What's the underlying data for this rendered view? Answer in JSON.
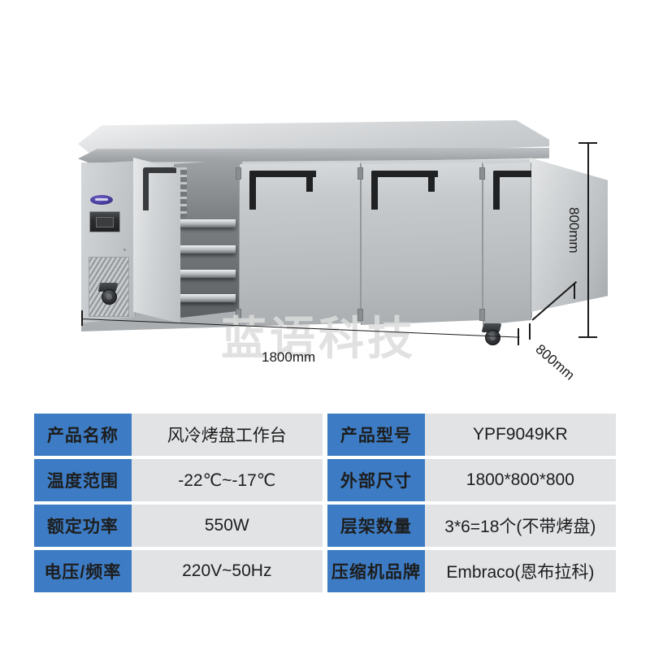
{
  "product_image": {
    "watermark": "蓝语科技",
    "dimensions": {
      "width_label": "1800mm",
      "height_label": "800mm",
      "depth_label": "800mm"
    },
    "unit": {
      "doors": [
        "door-open-left",
        "door-closed-2",
        "door-closed-3",
        "door-closed-4"
      ],
      "control_panel": {
        "logo": "oval-brand-badge",
        "display": "digital-temperature-controller",
        "vent": "louvered-condenser-grille"
      },
      "casters": 2,
      "interior_shelf_rails": 4
    }
  },
  "spec_table": {
    "rows": [
      {
        "label_left": "产品名称",
        "value_left": "风冷烤盘工作台",
        "label_right": "产品型号",
        "value_right": "YPF9049KR"
      },
      {
        "label_left": "温度范围",
        "value_left": "-22℃~-17℃",
        "label_right": "外部尺寸",
        "value_right": "1800*800*800"
      },
      {
        "label_left": "额定功率",
        "value_left": "550W",
        "label_right": "层架数量",
        "value_right": "3*6=18个(不带烤盘)"
      },
      {
        "label_left": "电压/频率",
        "value_left": "220V~50Hz",
        "label_right": "压缩机品牌",
        "value_right": "Embraco(恩布拉科)"
      }
    ]
  },
  "colors": {
    "label_blue": "#3d7cc4",
    "value_gray": "#e2e3e5",
    "text_dark": "#1d1d1d",
    "watermark_gray": "#dcdcdc"
  }
}
